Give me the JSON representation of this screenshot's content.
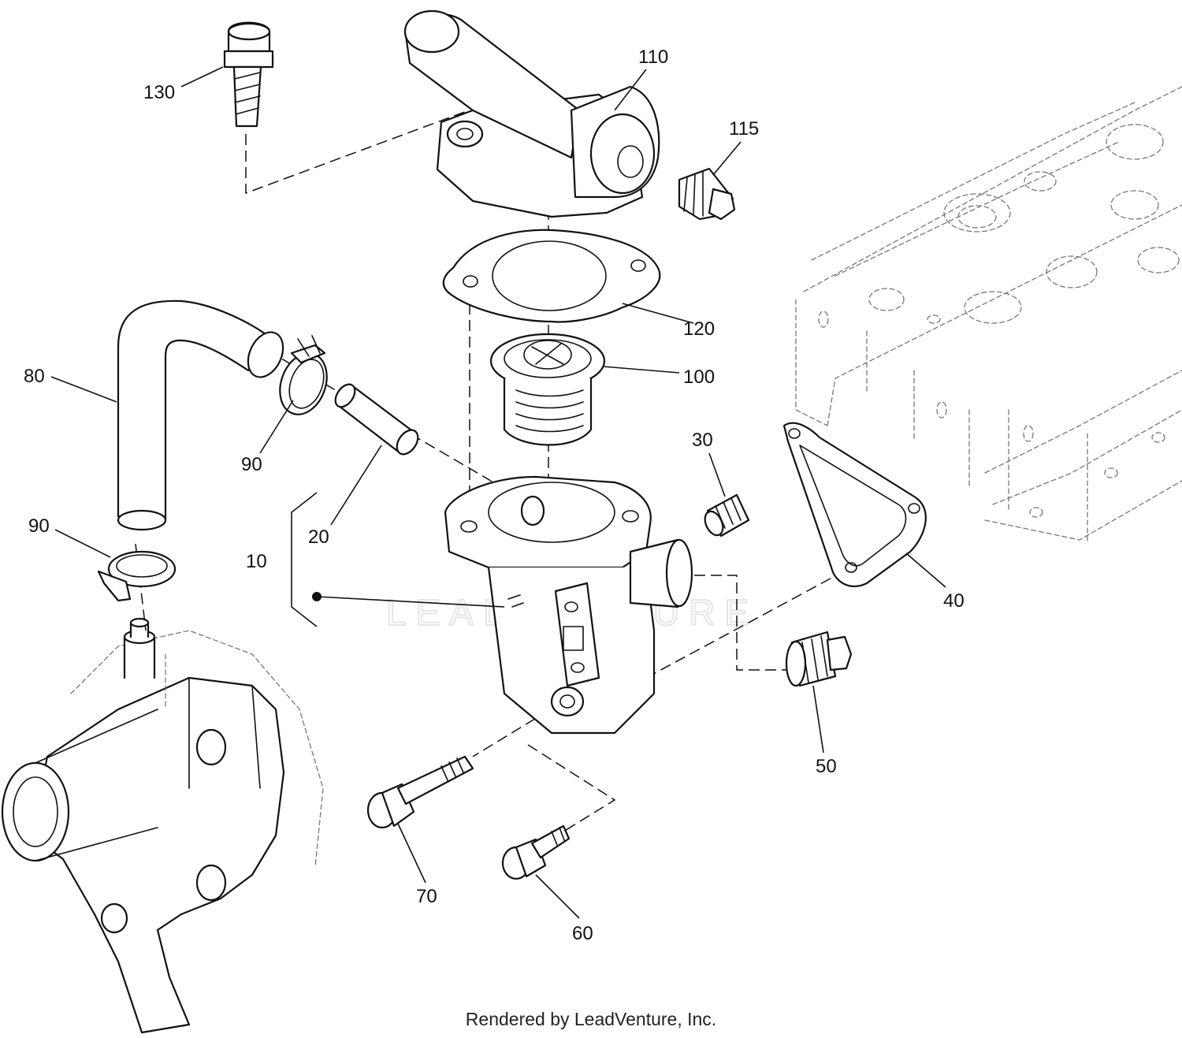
{
  "watermark": "LEADVENTURE",
  "footer": "Rendered by LeadVenture, Inc.",
  "callouts": {
    "c10": "10",
    "c20": "20",
    "c30": "30",
    "c40": "40",
    "c50": "50",
    "c60": "60",
    "c70": "70",
    "c80": "80",
    "c90a": "90",
    "c90b": "90",
    "c100": "100",
    "c110": "110",
    "c115": "115",
    "c120": "120",
    "c130": "130"
  }
}
